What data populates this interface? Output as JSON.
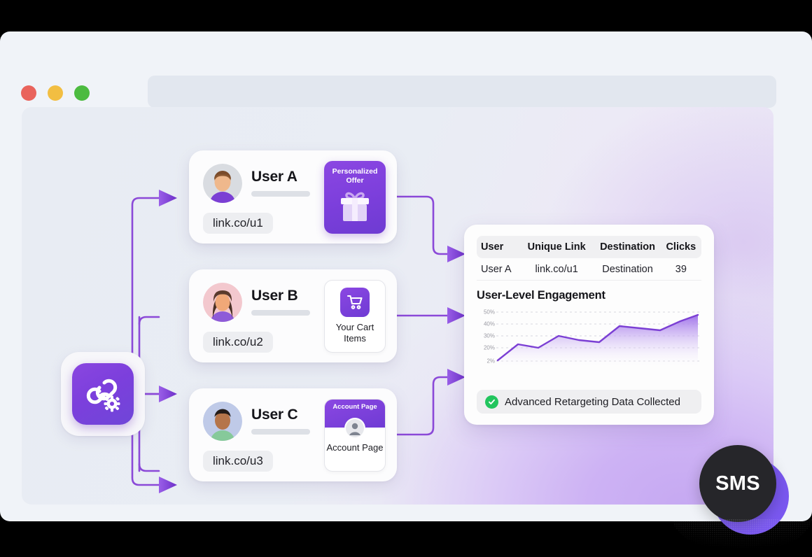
{
  "window": {
    "traffic_lights": [
      "close",
      "minimize",
      "maximize"
    ],
    "address_bar_value": "",
    "address_bar_placeholder": ""
  },
  "hub": {
    "icon": "link-gear-icon",
    "accent": "#7C3FDC"
  },
  "users": [
    {
      "name": "User A",
      "link": "link.co/u1",
      "avatar": "avatar-user-a",
      "tile_type": "offer",
      "tile_label": "Personalized Offer",
      "tile_icon": "gift-icon"
    },
    {
      "name": "User B",
      "link": "link.co/u2",
      "avatar": "avatar-user-b",
      "tile_type": "cart",
      "tile_label": "Your Cart Items",
      "tile_icon": "shopping-cart-icon"
    },
    {
      "name": "User C",
      "link": "link.co/u3",
      "avatar": "avatar-user-c",
      "tile_type": "account",
      "tile_header": "Account Page",
      "tile_label": "Account Page",
      "tile_icon": "person-icon"
    }
  ],
  "analytics": {
    "table": {
      "headers": [
        "User",
        "Unique Link",
        "Destination",
        "Clicks"
      ],
      "rows": [
        [
          "User A",
          "link.co/u1",
          "Destination",
          "39"
        ]
      ]
    },
    "status": {
      "label": "Advanced Retargeting Data Collected",
      "icon": "check-circle-icon",
      "color": "#22C55E"
    }
  },
  "chart_data": {
    "type": "area",
    "title": "User-Level Engagement",
    "xlabel": "",
    "ylabel": "",
    "ylim": [
      0,
      55
    ],
    "grid": true,
    "legend": "none",
    "ticklabels": [
      "50%",
      "40%",
      "30%",
      "20%",
      "2%"
    ],
    "tickvalues": [
      50,
      40,
      30,
      20,
      2
    ],
    "x": [
      0,
      1,
      2,
      3,
      4,
      5,
      6,
      7,
      8,
      9,
      10
    ],
    "values": [
      3,
      23,
      20,
      33,
      29,
      27,
      44,
      42,
      40,
      47,
      52
    ],
    "line_color": "#7B3FD4",
    "fill_top": "#9B6BE8",
    "fill_bottom": "#FFFFFF"
  },
  "badge": {
    "label": "SMS",
    "bg": "#26262A",
    "accent": "#7A58F0"
  }
}
